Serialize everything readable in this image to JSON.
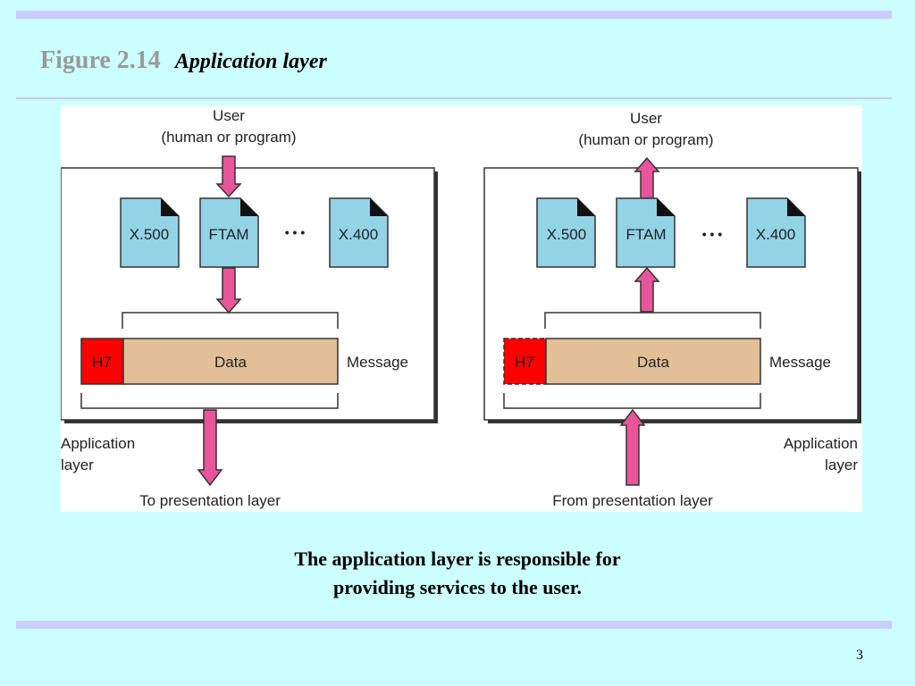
{
  "title": {
    "figure": "Figure 2.14",
    "caption": "Application layer"
  },
  "diagram": {
    "left": {
      "user_label": [
        "User",
        "(human or program)"
      ],
      "docs": [
        "X.500",
        "FTAM",
        "X.400"
      ],
      "ellipsis": "• • •",
      "header": "H7",
      "data": "Data",
      "message": "Message",
      "layer_label": [
        "Application",
        "layer"
      ],
      "bottom_label": "To presentation layer"
    },
    "right": {
      "user_label": [
        "User",
        "(human or program)"
      ],
      "docs": [
        "X.500",
        "FTAM",
        "X.400"
      ],
      "ellipsis": "• • •",
      "header": "H7",
      "data": "Data",
      "message": "Message",
      "layer_label": [
        "Application",
        "layer"
      ],
      "bottom_label": "From presentation layer"
    },
    "colors": {
      "doc_fill": "#93d3e6",
      "arrow_fill": "#e8559a",
      "header_fill": "#ff0000",
      "data_fill": "#e2bf96",
      "box_shadow": "#333333"
    }
  },
  "footer": {
    "text_lines": [
      "The application layer is responsible for",
      "providing services to the user."
    ],
    "page_number": "3"
  }
}
